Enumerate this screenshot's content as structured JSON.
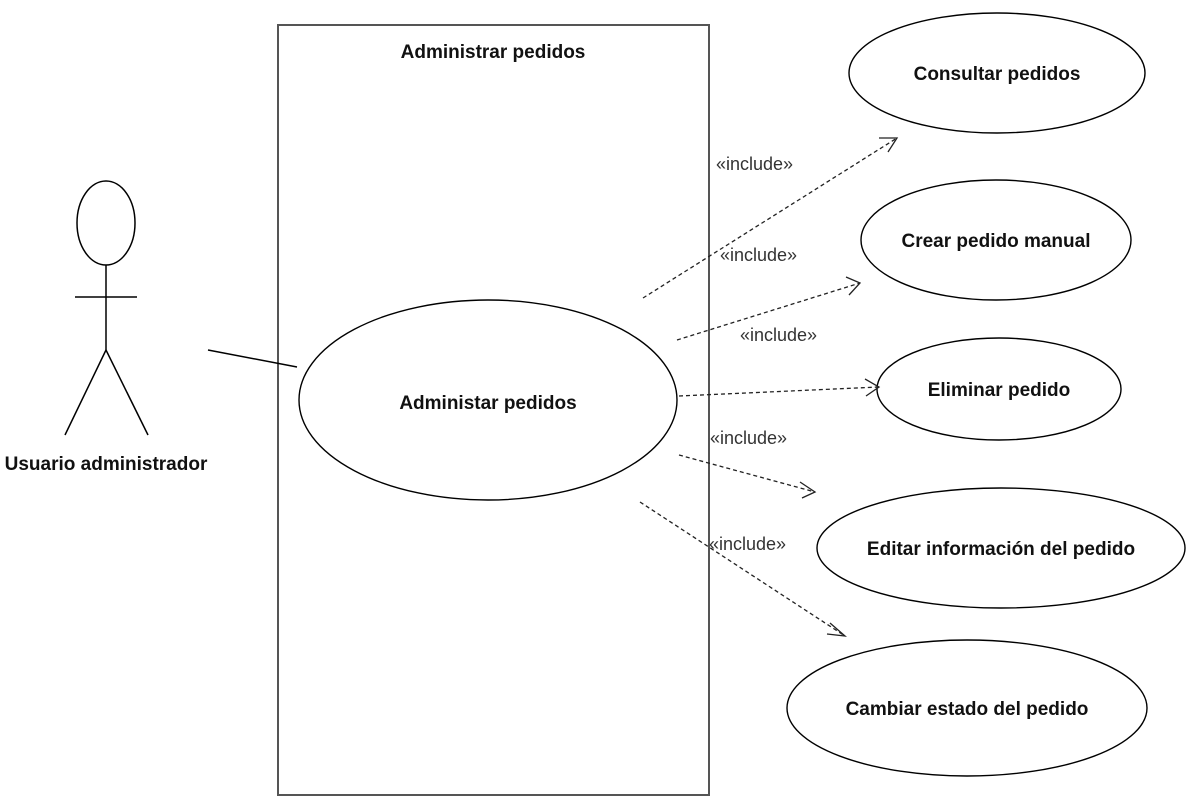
{
  "system": {
    "title": "Administrar pedidos"
  },
  "actor": {
    "name": "Usuario administrador"
  },
  "main_use_case": {
    "label": "Administar pedidos"
  },
  "use_cases": [
    {
      "label": "Consultar pedidos",
      "relation": "«include»"
    },
    {
      "label": "Crear pedido manual",
      "relation": "«include»"
    },
    {
      "label": "Eliminar pedido",
      "relation": "«include»"
    },
    {
      "label": "Editar información del pedido",
      "relation": "«include»"
    },
    {
      "label": "Cambiar estado del pedido",
      "relation": "«include»"
    }
  ],
  "colors": {
    "stroke": "#000000",
    "background": "#ffffff",
    "boundary": "#555555"
  }
}
